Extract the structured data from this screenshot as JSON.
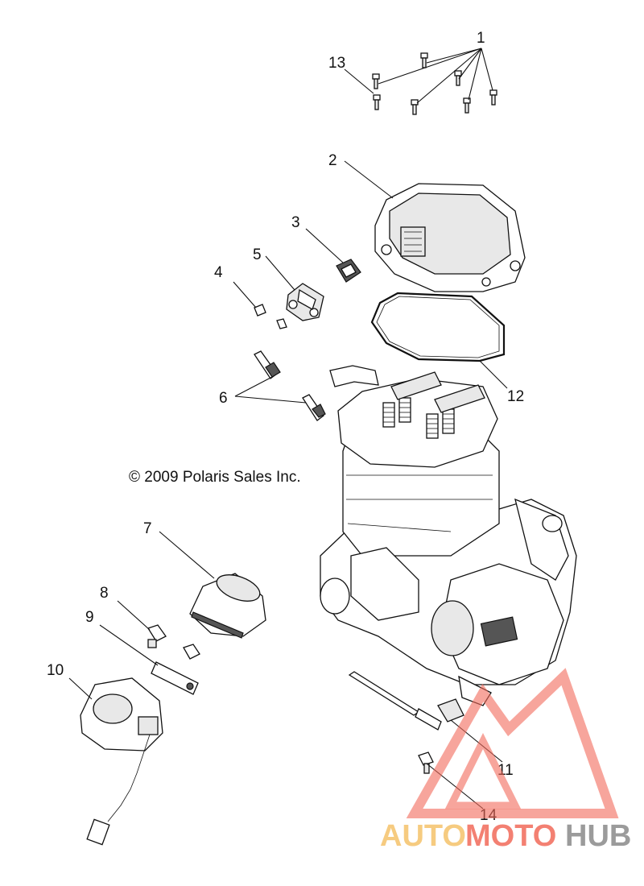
{
  "copyright": "© 2009 Polaris Sales Inc.",
  "callouts": [
    "1",
    "2",
    "3",
    "4",
    "5",
    "6",
    "7",
    "8",
    "9",
    "10",
    "11",
    "12",
    "13",
    "14"
  ],
  "watermark": {
    "part1": "AUTO",
    "part2": "MOTO",
    "part3": "HUB",
    "color_light": "#f5c26b",
    "color_accent": "#f26a5a",
    "color_dark": "#8a8a8a"
  }
}
